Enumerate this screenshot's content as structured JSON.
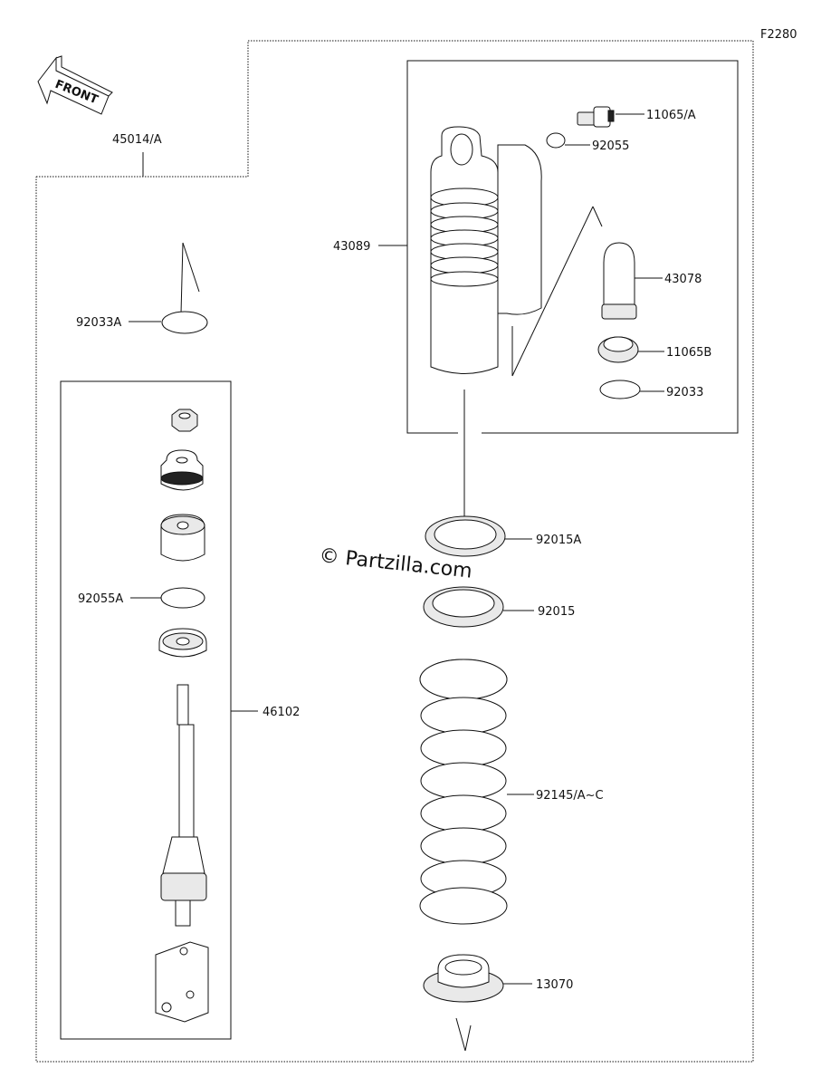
{
  "figure_code": "F2280",
  "front_label": "FRONT",
  "watermark": "© Partzilla.com",
  "parts": [
    {
      "id": "45014_a",
      "label": "45014/A"
    },
    {
      "id": "92033a",
      "label": "92033A"
    },
    {
      "id": "43089",
      "label": "43089"
    },
    {
      "id": "11065_a",
      "label": "11065/A"
    },
    {
      "id": "92055",
      "label": "92055"
    },
    {
      "id": "43078",
      "label": "43078"
    },
    {
      "id": "11065b",
      "label": "11065B"
    },
    {
      "id": "92033",
      "label": "92033"
    },
    {
      "id": "92015a",
      "label": "92015A"
    },
    {
      "id": "92015",
      "label": "92015"
    },
    {
      "id": "92055a",
      "label": "92055A"
    },
    {
      "id": "46102",
      "label": "46102"
    },
    {
      "id": "92145_a_c",
      "label": "92145/A~C"
    },
    {
      "id": "13070",
      "label": "13070"
    }
  ]
}
